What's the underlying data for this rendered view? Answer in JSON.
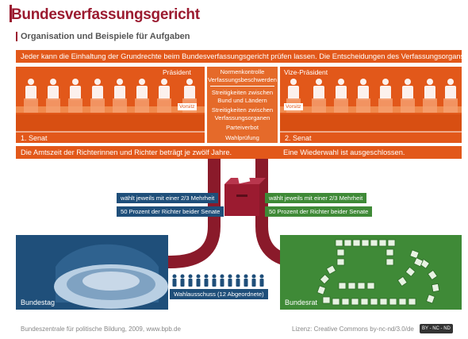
{
  "header": {
    "title": "Bundesverfassungsgericht",
    "subtitle": "Organisation und Beispiele für Aufgaben"
  },
  "top_band": "Jeder kann die Einhaltung der Grundrechte beim Bundesverfassungsgericht prüfen lassen. Die Entscheidungen des Verfassungsorgans sind verbindlich.",
  "senate1": {
    "label": "1. Senat",
    "president": "Präsident",
    "chair": "Vorsitz"
  },
  "senate2": {
    "label": "2. Senat",
    "vice_president": "Vize-Präsident",
    "chair": "Vorsitz"
  },
  "tasks": [
    "Normenkontrolle",
    "Verfassungsbeschwerden",
    "Streitigkeiten zwischen",
    "Bund und Ländern",
    "Streitigkeiten zwischen",
    "Verfassungsorganen",
    "Parteiverbot",
    "Wahlprüfung"
  ],
  "term_band": {
    "left": "Die Amtszeit der Richterinnen und Richter beträgt je zwölf Jahre.",
    "right": "Eine Wiederwahl ist ausgeschlossen."
  },
  "election": {
    "left_majority": "wählt jeweils mit einer 2/3 Mehrheit",
    "left_share": "50 Prozent der Richter beider Senate",
    "right_majority": "wählt jeweils mit einer 2/3 Mehrheit",
    "right_share": "50 Prozent der Richter beider Senate"
  },
  "bundestag": {
    "label": "Bundestag",
    "committee": "Wahlausschuss (12 Abgeordnete)"
  },
  "bundesrat": {
    "label": "Bundesrat"
  },
  "footer": {
    "source": "Bundeszentrale für politische Bildung, 2009, www.bpb.de",
    "license": "Lizenz: Creative Commons by-nc-nd/3.0/de",
    "cc_badge": "BY - NC - ND"
  },
  "colors": {
    "orange": "#e2581a",
    "dark_red": "#9b1b30",
    "blue": "#1f4f7a",
    "green": "#3f8a37"
  }
}
